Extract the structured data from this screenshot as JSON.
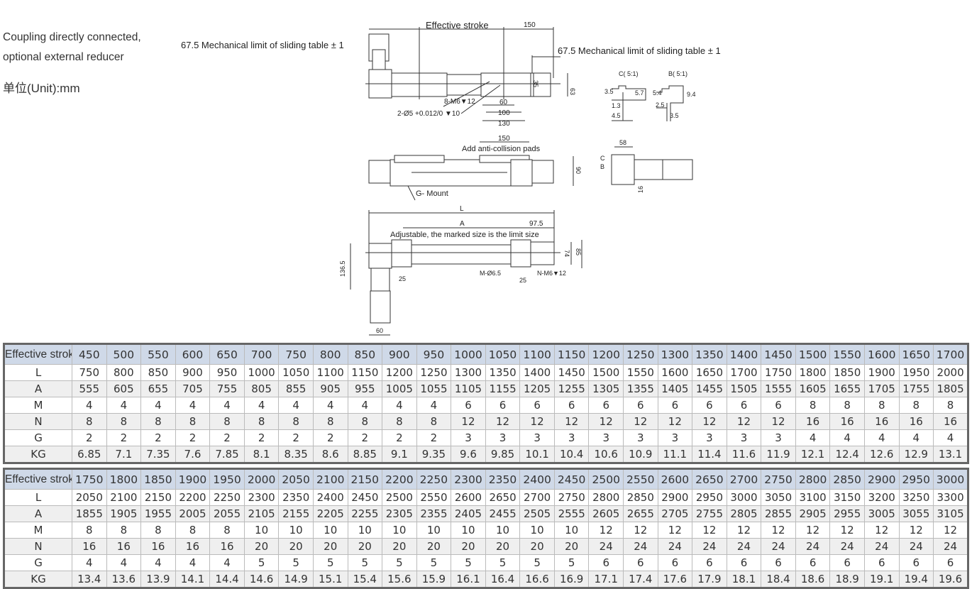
{
  "notes": {
    "coupling_line1": "Coupling directly connected,",
    "coupling_line2": "optional external reducer",
    "unit": "单位(Unit):mm"
  },
  "drawing_top": {
    "effective_stroke": "Effective stroke",
    "dim_150": "150",
    "mech_limit_left": "67.5 Mechanical limit of sliding table ± 1",
    "mech_limit_right": "67.5 Mechanical limit of sliding table ± 1",
    "holes_m6": "8-M6▼12",
    "holes_pin": "2-Ø5 +0.012/0 ▼10",
    "dim_60": "60",
    "dim_100": "100",
    "dim_130": "130",
    "dim_63": "63",
    "dim_35": "35"
  },
  "detail_views": {
    "c_title": "C( 5:1)",
    "b_title": "B( 5:1)",
    "c_dims": [
      "3.5",
      "5.7",
      "1.3",
      "4.5"
    ],
    "b_dims": [
      "5.4",
      "9.4",
      "2.5",
      "3.5"
    ],
    "side_58": "58",
    "side_16": "16",
    "label_c": "C",
    "label_b": "B"
  },
  "drawing_mid": {
    "dim_150": "150",
    "anti_collision": "Add anti-collision pads",
    "dim_90": "90",
    "mount": "G- Mount"
  },
  "drawing_bottom": {
    "dim_L": "L",
    "dim_A": "A",
    "dim_97_5": "97.5",
    "adjustable": "Adjustable, the marked size is the limit size",
    "dim_74": "74",
    "dim_85": "85",
    "dim_136_5": "136.5",
    "dim_25a": "25",
    "dim_25b": "25",
    "holes_m": "M-Ø6.5",
    "holes_n": "N-M6▼12",
    "dim_60": "60"
  },
  "tables": [
    {
      "rows": [
        {
          "label": "Effective stroke",
          "values": [
            "450",
            "500",
            "550",
            "600",
            "650",
            "700",
            "750",
            "800",
            "850",
            "900",
            "950",
            "1000",
            "1050",
            "1100",
            "1150",
            "1200",
            "1250",
            "1300",
            "1350",
            "1400",
            "1450",
            "1500",
            "1550",
            "1600",
            "1650",
            "1700"
          ]
        },
        {
          "label": "L",
          "values": [
            "750",
            "800",
            "850",
            "900",
            "950",
            "1000",
            "1050",
            "1100",
            "1150",
            "1200",
            "1250",
            "1300",
            "1350",
            "1400",
            "1450",
            "1500",
            "1550",
            "1600",
            "1650",
            "1700",
            "1750",
            "1800",
            "1850",
            "1900",
            "1950",
            "2000"
          ]
        },
        {
          "label": "A",
          "values": [
            "555",
            "605",
            "655",
            "705",
            "755",
            "805",
            "855",
            "905",
            "955",
            "1005",
            "1055",
            "1105",
            "1155",
            "1205",
            "1255",
            "1305",
            "1355",
            "1405",
            "1455",
            "1505",
            "1555",
            "1605",
            "1655",
            "1705",
            "1755",
            "1805"
          ]
        },
        {
          "label": "M",
          "values": [
            "4",
            "4",
            "4",
            "4",
            "4",
            "4",
            "4",
            "4",
            "4",
            "4",
            "4",
            "6",
            "6",
            "6",
            "6",
            "6",
            "6",
            "6",
            "6",
            "6",
            "6",
            "8",
            "8",
            "8",
            "8",
            "8"
          ]
        },
        {
          "label": "N",
          "values": [
            "8",
            "8",
            "8",
            "8",
            "8",
            "8",
            "8",
            "8",
            "8",
            "8",
            "8",
            "12",
            "12",
            "12",
            "12",
            "12",
            "12",
            "12",
            "12",
            "12",
            "12",
            "16",
            "16",
            "16",
            "16",
            "16"
          ]
        },
        {
          "label": "G",
          "values": [
            "2",
            "2",
            "2",
            "2",
            "2",
            "2",
            "2",
            "2",
            "2",
            "2",
            "2",
            "3",
            "3",
            "3",
            "3",
            "3",
            "3",
            "3",
            "3",
            "3",
            "3",
            "4",
            "4",
            "4",
            "4",
            "4"
          ]
        },
        {
          "label": "KG",
          "values": [
            "6.85",
            "7.1",
            "7.35",
            "7.6",
            "7.85",
            "8.1",
            "8.35",
            "8.6",
            "8.85",
            "9.1",
            "9.35",
            "9.6",
            "9.85",
            "10.1",
            "10.4",
            "10.6",
            "10.9",
            "11.1",
            "11.4",
            "11.6",
            "11.9",
            "12.1",
            "12.4",
            "12.6",
            "12.9",
            "13.1"
          ]
        }
      ]
    },
    {
      "rows": [
        {
          "label": "Effective stroke",
          "values": [
            "1750",
            "1800",
            "1850",
            "1900",
            "1950",
            "2000",
            "2050",
            "2100",
            "2150",
            "2200",
            "2250",
            "2300",
            "2350",
            "2400",
            "2450",
            "2500",
            "2550",
            "2600",
            "2650",
            "2700",
            "2750",
            "2800",
            "2850",
            "2900",
            "2950",
            "3000"
          ]
        },
        {
          "label": "L",
          "values": [
            "2050",
            "2100",
            "2150",
            "2200",
            "2250",
            "2300",
            "2350",
            "2400",
            "2450",
            "2500",
            "2550",
            "2600",
            "2650",
            "2700",
            "2750",
            "2800",
            "2850",
            "2900",
            "2950",
            "3000",
            "3050",
            "3100",
            "3150",
            "3200",
            "3250",
            "3300"
          ]
        },
        {
          "label": "A",
          "values": [
            "1855",
            "1905",
            "1955",
            "2005",
            "2055",
            "2105",
            "2155",
            "2205",
            "2255",
            "2305",
            "2355",
            "2405",
            "2455",
            "2505",
            "2555",
            "2605",
            "2655",
            "2705",
            "2755",
            "2805",
            "2855",
            "2905",
            "2955",
            "3005",
            "3055",
            "3105"
          ]
        },
        {
          "label": "M",
          "values": [
            "8",
            "8",
            "8",
            "8",
            "8",
            "10",
            "10",
            "10",
            "10",
            "10",
            "10",
            "10",
            "10",
            "10",
            "10",
            "12",
            "12",
            "12",
            "12",
            "12",
            "12",
            "12",
            "12",
            "12",
            "12",
            "12"
          ]
        },
        {
          "label": "N",
          "values": [
            "16",
            "16",
            "16",
            "16",
            "16",
            "20",
            "20",
            "20",
            "20",
            "20",
            "20",
            "20",
            "20",
            "20",
            "20",
            "24",
            "24",
            "24",
            "24",
            "24",
            "24",
            "24",
            "24",
            "24",
            "24",
            "24"
          ]
        },
        {
          "label": "G",
          "values": [
            "4",
            "4",
            "4",
            "4",
            "4",
            "5",
            "5",
            "5",
            "5",
            "5",
            "5",
            "5",
            "5",
            "5",
            "5",
            "6",
            "6",
            "6",
            "6",
            "6",
            "6",
            "6",
            "6",
            "6",
            "6",
            "6"
          ]
        },
        {
          "label": "KG",
          "values": [
            "13.4",
            "13.6",
            "13.9",
            "14.1",
            "14.4",
            "14.6",
            "14.9",
            "15.1",
            "15.4",
            "15.6",
            "15.9",
            "16.1",
            "16.4",
            "16.6",
            "16.9",
            "17.1",
            "17.4",
            "17.6",
            "17.9",
            "18.1",
            "18.4",
            "18.6",
            "18.9",
            "19.1",
            "19.4",
            "19.6"
          ]
        }
      ]
    }
  ]
}
